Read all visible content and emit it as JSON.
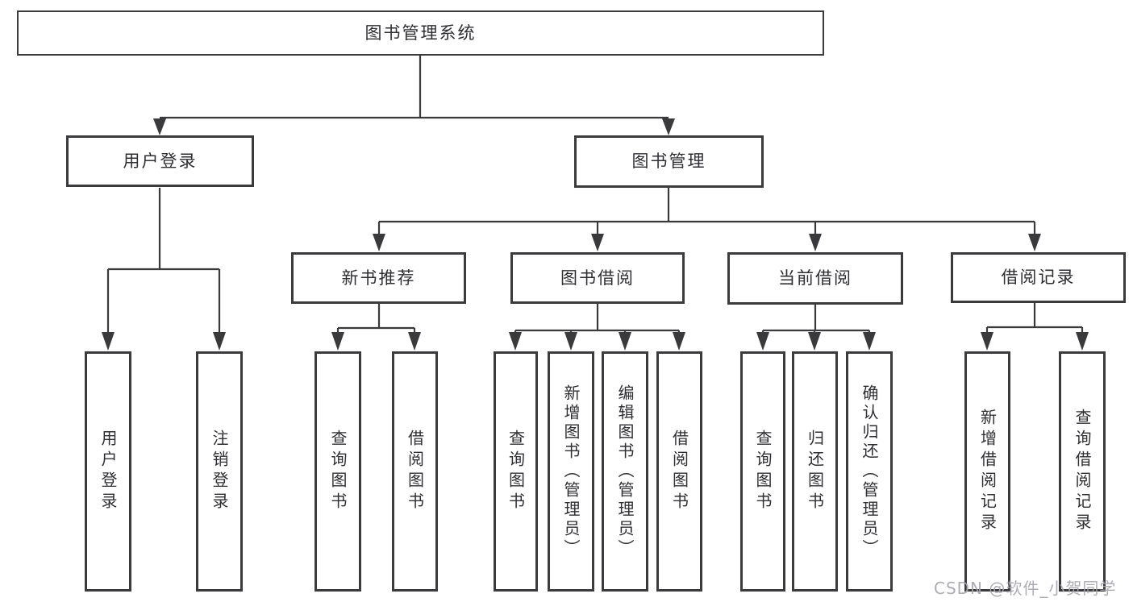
{
  "diagram": {
    "nodes": {
      "root": "图书管理系统",
      "login": "用户登录",
      "mgmt": "图书管理",
      "recommend": "新书推荐",
      "borrow": "图书借阅",
      "current": "当前借阅",
      "records": "借阅记录",
      "leaf_login_1": "用户登录",
      "leaf_login_2": "注销登录",
      "leaf_rec_1": "查询图书",
      "leaf_rec_2": "借阅图书",
      "leaf_borrow_1": "查询图书",
      "leaf_borrow_2": "新增图书（管理员）",
      "leaf_borrow_3": "编辑图书（管理员）",
      "leaf_borrow_4": "借阅图书",
      "leaf_current_1": "查询图书",
      "leaf_current_2": "归还图书",
      "leaf_current_3": "确认归还（管理员）",
      "leaf_records_1": "新增借阅记录",
      "leaf_records_2": "查询借阅记录"
    },
    "watermark": "CSDN @软件_小贺同学",
    "colors": {
      "line": "#3a3a3c",
      "box_border": "#3b3b3d",
      "text": "#2f2f33",
      "watermark": "#a5a5ac",
      "background": "#ffffff"
    }
  }
}
